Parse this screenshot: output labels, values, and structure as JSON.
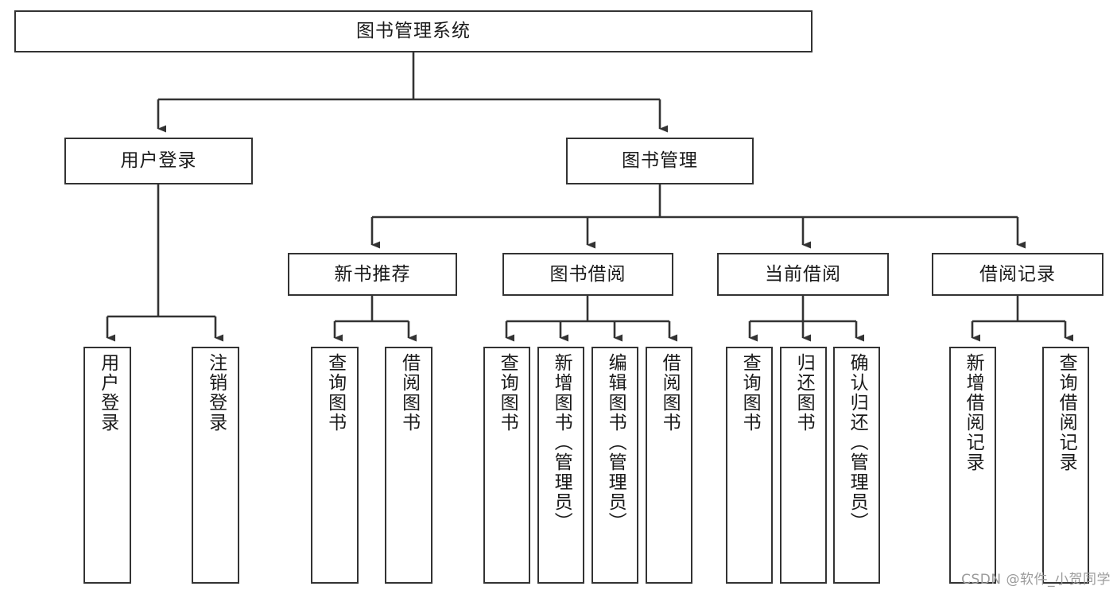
{
  "diagram": {
    "title": "图书管理系统",
    "type": "tree-hierarchy-chart",
    "watermark": "CSDN @软件_小贺同学",
    "colors": {
      "background": "#ffffff",
      "stroke": "#333333",
      "text": "#1a1a1a",
      "watermark": "#9b9b9b"
    },
    "root": {
      "label": "图书管理系统"
    },
    "level2": [
      {
        "label": "用户登录"
      },
      {
        "label": "图书管理"
      }
    ],
    "level3": [
      {
        "label": "新书推荐"
      },
      {
        "label": "图书借阅"
      },
      {
        "label": "当前借阅"
      },
      {
        "label": "借阅记录"
      }
    ],
    "leaves": {
      "user_login": [
        {
          "label": "用户登录"
        },
        {
          "label": "注销登录"
        }
      ],
      "new_book": [
        {
          "label": "查询图书"
        },
        {
          "label": "借阅图书"
        }
      ],
      "book_borrow": [
        {
          "label": "查询图书"
        },
        {
          "label": "新增图书（管理员）"
        },
        {
          "label": "编辑图书（管理员）"
        },
        {
          "label": "借阅图书"
        }
      ],
      "current_borrow": [
        {
          "label": "查询图书"
        },
        {
          "label": "归还图书"
        },
        {
          "label": "确认归还（管理员）"
        }
      ],
      "borrow_record": [
        {
          "label": "新增借阅记录"
        },
        {
          "label": "查询借阅记录"
        }
      ]
    }
  }
}
